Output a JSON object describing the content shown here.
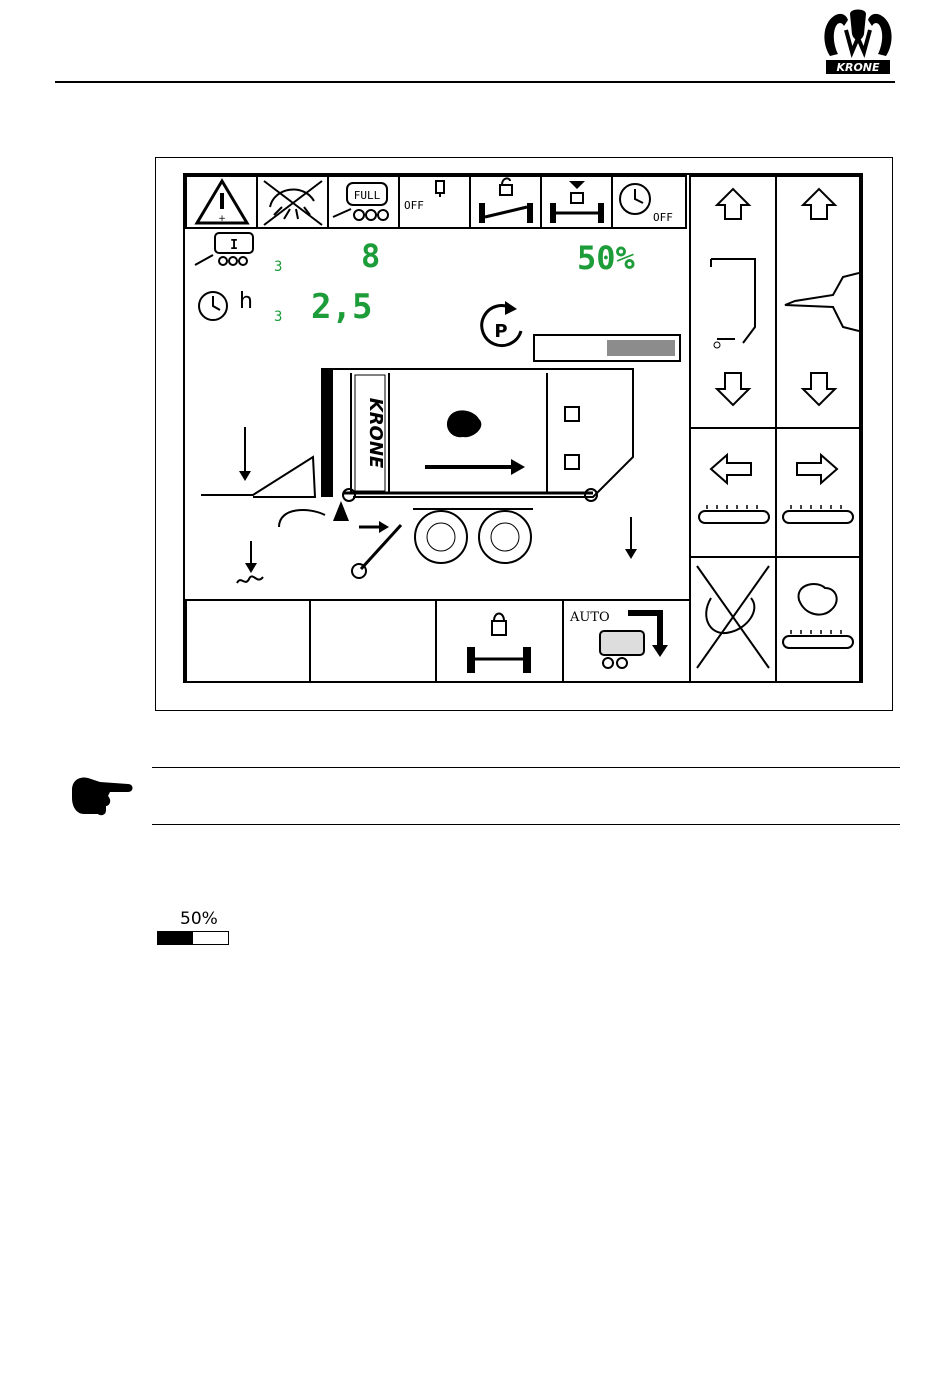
{
  "brand": {
    "name": "KRONE"
  },
  "display": {
    "bale_count_sub": "3",
    "bale_count": "8",
    "hours_unit": "h",
    "hours_sub": "3",
    "hours_value": "2,5",
    "fill_percent_text": "50%",
    "fill_level_fraction": 0.5,
    "full_label": "FULL",
    "off_label_1": "OFF",
    "off_label_2": "OFF",
    "parking_label": "P",
    "auto_label": "AUTO",
    "trailer_logo": "KRONE"
  },
  "mini_indicator": {
    "label": "50%",
    "level_fraction": 0.5
  },
  "colors": {
    "value_green": "#1d9c3a",
    "bar_grey": "#8c8c8c"
  },
  "icons": {
    "top_row": [
      "warning-icon",
      "no-pickup-icon",
      "wagon-full-icon",
      "light-off-icon",
      "axle-unlock-icon",
      "axle-center-icon",
      "timer-off-icon"
    ],
    "right_panel": [
      "drawbar-up-icon",
      "drawbar-icon",
      "drawbar-down-icon",
      "support-up-icon",
      "support-leg-icon",
      "support-down-icon",
      "floor-reverse-icon",
      "floor-forward-icon",
      "knives-off-icon",
      "load-floor-icon"
    ],
    "bottom_row": [
      "axle-lock-icon",
      "auto-unload-icon"
    ]
  }
}
